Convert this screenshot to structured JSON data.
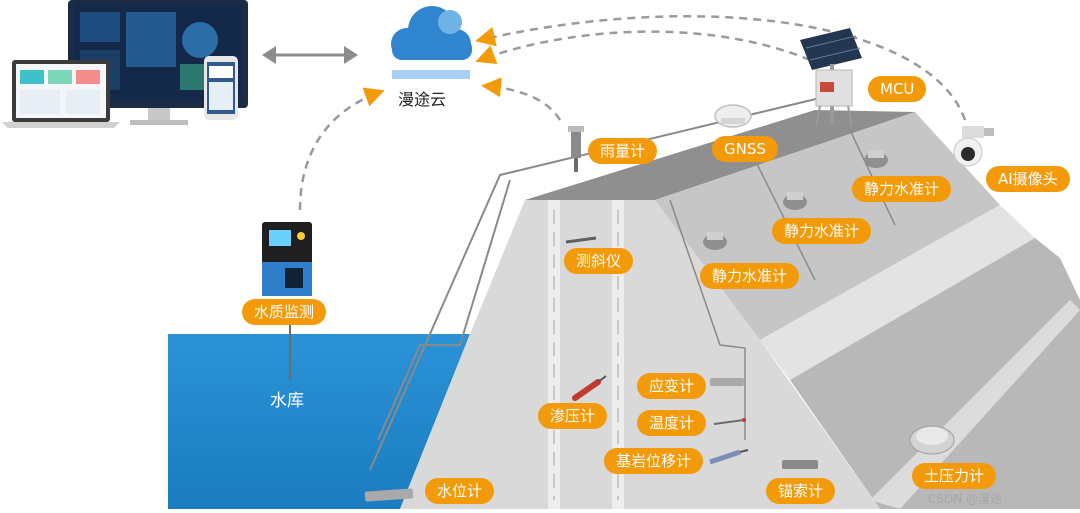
{
  "colors": {
    "label_bg": "#f39a0b",
    "water": "#1f8ad0",
    "cloud": "#2f86cf",
    "dam_light": "#d7d7d7",
    "dam_mid": "#bdbdbd",
    "dam_dark": "#8e8e8e",
    "arrow": "#8c8c8c",
    "dashed": "#9a9a9a"
  },
  "cloud": {
    "label": "漫途云",
    "icon": "cloud-icon"
  },
  "reservoir": {
    "label": "水库"
  },
  "labels": {
    "rain_gauge": "雨量计",
    "gnss": "GNSS",
    "mcu": "MCU",
    "ai_camera": "AI摄像头",
    "leveling_top": "静力水准计",
    "leveling_mid": "静力水准计",
    "leveling_low": "静力水准计",
    "inclinometer": "测斜仪",
    "water_quality": "水质监测",
    "piezometer": "渗压计",
    "strain_gauge": "应变计",
    "thermometer": "温度计",
    "bedrock_meter": "基岩位移计",
    "anchor_meter": "锚索计",
    "water_level": "水位计",
    "earth_pressure": "土压力计"
  },
  "watermark": "CSDN @漫途"
}
